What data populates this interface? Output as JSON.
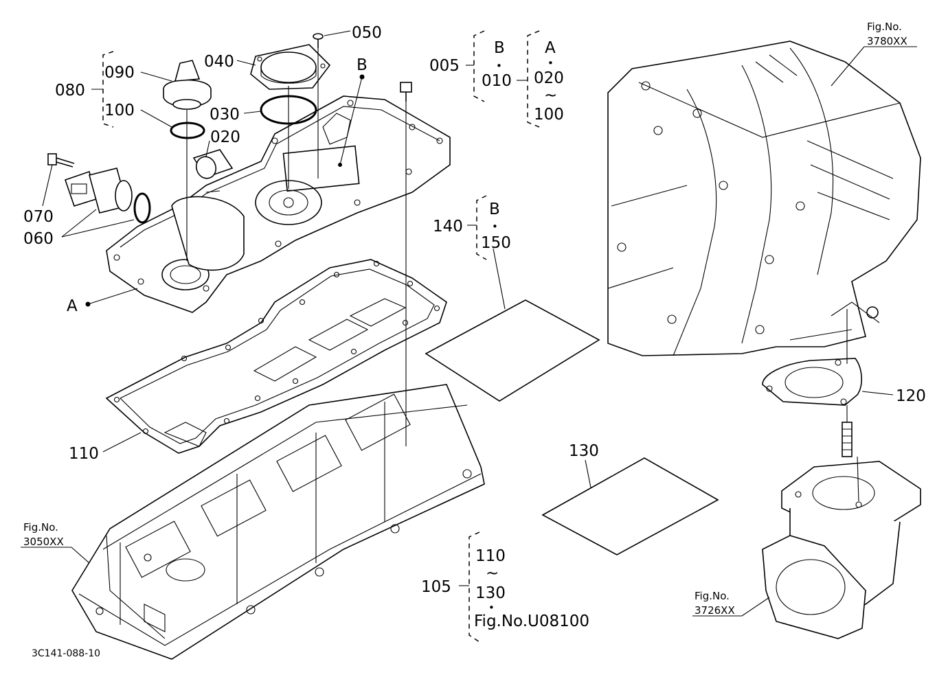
{
  "labels": {
    "p005": "005",
    "p010": "010",
    "p020_range": "020",
    "p100_range": "100",
    "p020": "020",
    "p030": "030",
    "p040": "040",
    "p050": "050",
    "p060": "060",
    "p070": "070",
    "p080": "080",
    "p090": "090",
    "p100": "100",
    "p105": "105",
    "p110": "110",
    "p110_range": "110",
    "p120": "120",
    "p130": "130",
    "p130_range": "130",
    "p140": "140",
    "p150": "150",
    "ref_a": "A",
    "ref_b": "B",
    "tilde": "~",
    "dot": "•"
  },
  "figs": {
    "fig_3780": {
      "line1": "Fig.No.",
      "line2": "3780XX"
    },
    "fig_3050": {
      "line1": "Fig.No.",
      "line2": "3050XX"
    },
    "fig_3726": {
      "line1": "Fig.No.",
      "line2": "3726XX"
    },
    "fig_u08100": "Fig.No.U08100"
  },
  "footer_code": "3C141-088-10"
}
